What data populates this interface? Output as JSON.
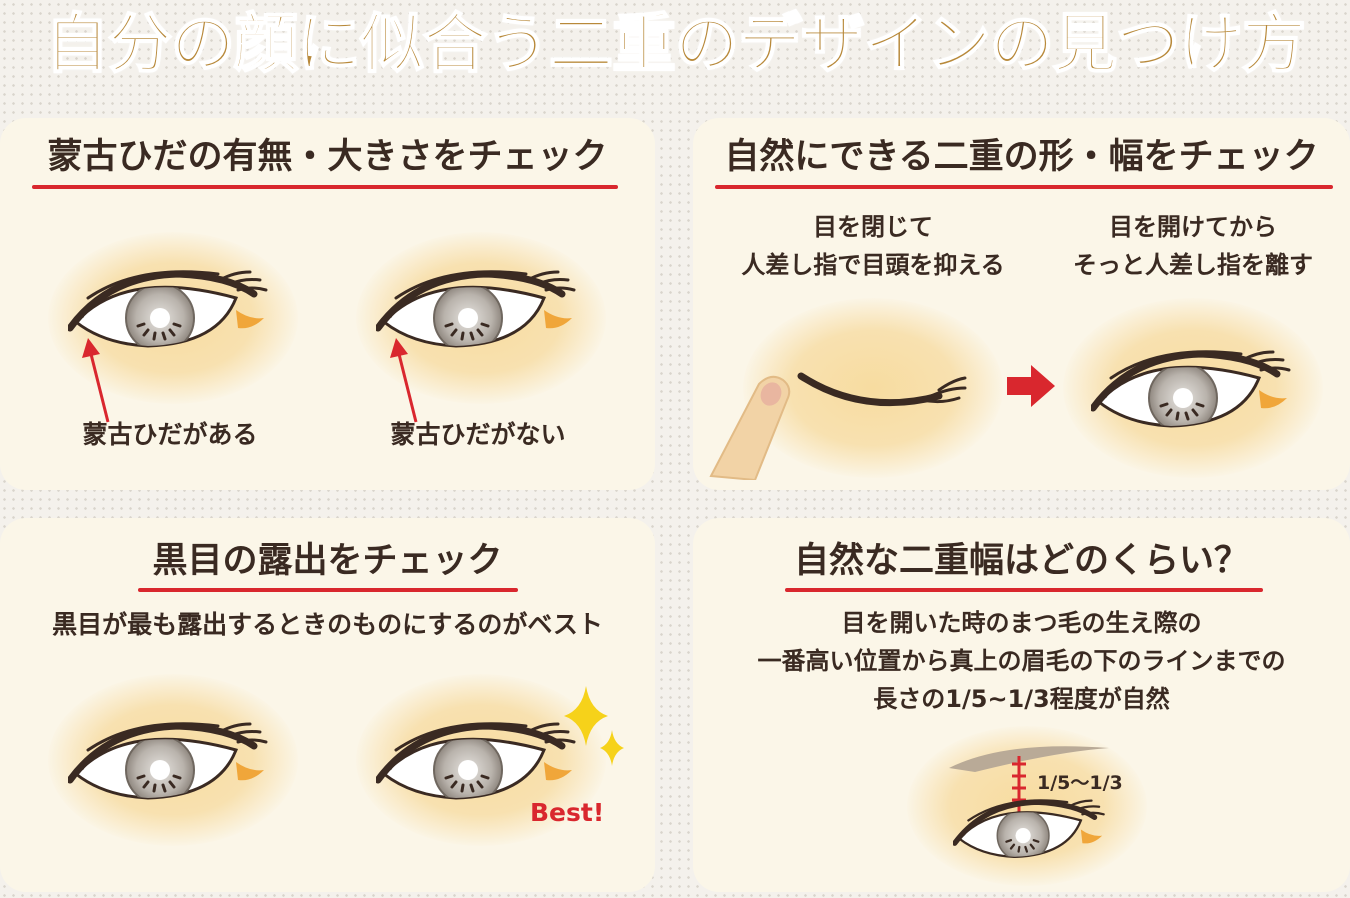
{
  "title": "自分の顔に似合う二重のデザインの見つけ方",
  "panels": {
    "p1": {
      "heading": "蒙古ひだの有無・大きさをチェック",
      "left_label": "蒙古ひだがある",
      "right_label": "蒙古ひだがない"
    },
    "p2": {
      "heading": "自然にできる二重の形・幅をチェック",
      "step1_line1": "目を閉じて",
      "step1_line2": "人差し指で目頭を抑える",
      "step2_line1": "目を開けてから",
      "step2_line2": "そっと人差し指を離す"
    },
    "p3": {
      "heading": "黒目の露出をチェック",
      "description": "黒目が最も露出するときのものにするのがベスト",
      "best_label": "Best!"
    },
    "p4": {
      "heading": "自然な二重幅はどのくらい？",
      "line1": "目を開いた時のまつ毛の生え際の",
      "line2": "一番高い位置から真上の眉毛の下のラインまでの",
      "line3": "長さの1/5~1/3程度が自然",
      "ratio_label": "1/5～1/3"
    }
  },
  "colors": {
    "title": "#b8893a",
    "accent_red": "#d9272e",
    "panel_bg": "#fbf6e8",
    "skin_glow": "#f7dca0",
    "eye_line": "#3a2a22",
    "iris": "#9b948c"
  }
}
